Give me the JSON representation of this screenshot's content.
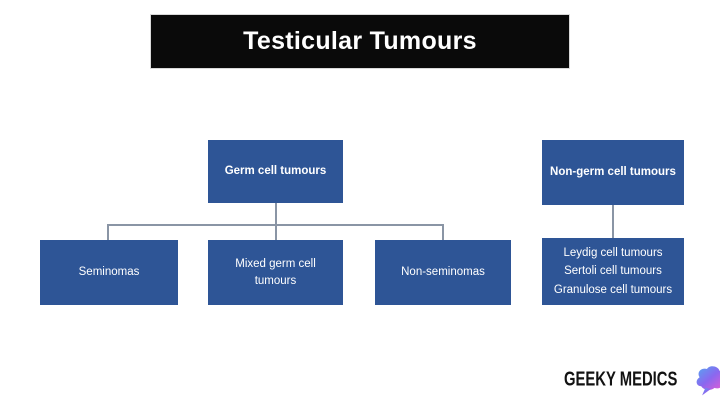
{
  "title": {
    "text": "Testicular Tumours"
  },
  "diagram": {
    "germ_branch": {
      "parent": "Germ cell tumours",
      "children": [
        "Seminomas",
        "Mixed germ cell tumours",
        "Non-seminomas"
      ]
    },
    "non_germ_branch": {
      "parent": "Non-germ cell tumours",
      "types": [
        "Leydig cell tumours",
        "Sertoli cell tumours",
        "Granulose cell tumours"
      ]
    }
  },
  "footer": {
    "brand": "GEEKY MEDICS",
    "brand_icon": "brain-icon"
  },
  "colors": {
    "node_fill": "#2E5596",
    "title_bg": "#0A0A0A",
    "connector": "#8A95A5",
    "text_on_dark": "#FFFFFF",
    "brand_gradient": [
      "#55A7F2",
      "#8A68EF",
      "#E75BD3"
    ]
  }
}
